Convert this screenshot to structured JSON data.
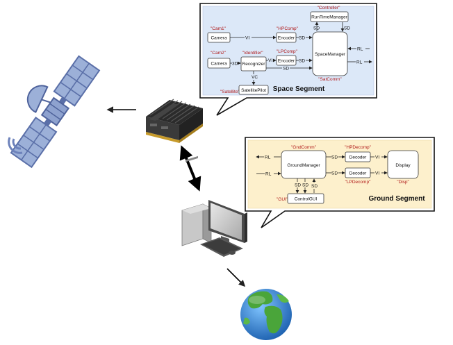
{
  "space_segment": {
    "title": "Space Segment",
    "components": {
      "camera1": {
        "name": "Camera",
        "instance": "\"Cam1\""
      },
      "camera2": {
        "name": "Camera",
        "instance": "\"Cam2\""
      },
      "hp_encoder": {
        "name": "Encoder",
        "instance": "\"HPComp\""
      },
      "lp_encoder": {
        "name": "Encoder",
        "instance": "\"LPComp\""
      },
      "recognizer": {
        "name": "Recognizer",
        "instance": "\"Identifier\""
      },
      "runtime_manager": {
        "name": "RunTimeManager",
        "instance": "\"Controller\""
      },
      "space_manager": {
        "name": "SpaceManager",
        "instance": "\"SatComm\""
      },
      "satellite_pilot": {
        "name": "SatellitePilot",
        "instance": "\"Satellite\""
      }
    },
    "port_labels": {
      "vi": "VI",
      "sd": "SD",
      "td": "3D",
      "vc": "VC",
      "rl": "RL"
    }
  },
  "ground_segment": {
    "title": "Ground Segment",
    "components": {
      "ground_manager": {
        "name": "GroundManager",
        "instance": "\"GndComm\""
      },
      "hp_decoder": {
        "name": "Decoder",
        "instance": "\"HPDecomp\""
      },
      "lp_decoder": {
        "name": "Decoder",
        "instance": "\"LPDecomp\""
      },
      "display": {
        "name": "Display",
        "instance": "\"Disp\""
      },
      "control_gui": {
        "name": "ControlGUI",
        "instance": "\"GUI\""
      }
    },
    "port_labels": {
      "vi": "VI",
      "sd": "SD",
      "rl": "RL"
    }
  },
  "colors": {
    "space_bg": "#dce8f8",
    "ground_bg": "#fdf0cc",
    "instance_text": "#b01818",
    "satellite": "#7f93c2",
    "board": "#2b2b2b",
    "ocean": "#2f7fd0",
    "land": "#4aa53a"
  },
  "icons": [
    "satellite-icon",
    "onboard-computer-icon",
    "desktop-computer-icon",
    "earth-globe-icon"
  ]
}
